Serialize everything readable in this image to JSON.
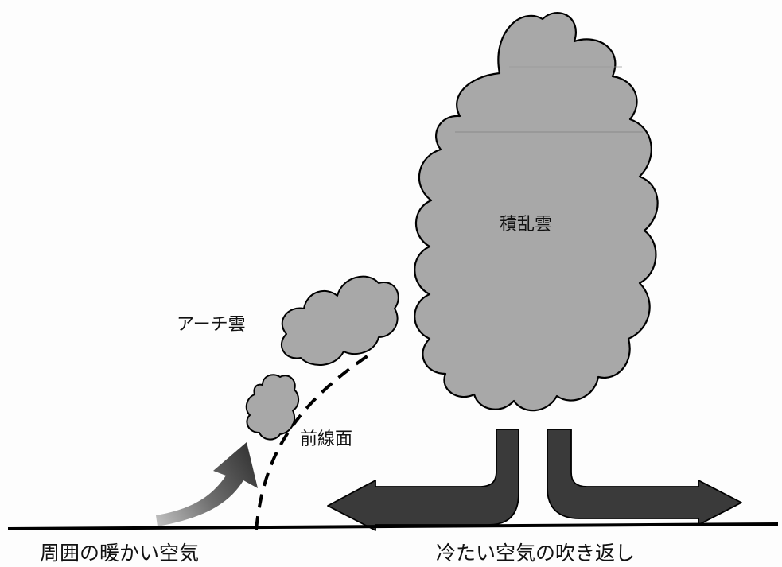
{
  "labels": {
    "cumulonimbus": "積乱雲",
    "arch_cloud": "アーチ雲",
    "front_surface": "前線面",
    "warm_air": "周囲の暖かい空気",
    "cold_outflow": "冷たい空気の吹き返し"
  },
  "colors": {
    "cloud_fill": "#a8a8a8",
    "arrow_fill": "#3a3a3a",
    "outline": "#000000"
  }
}
